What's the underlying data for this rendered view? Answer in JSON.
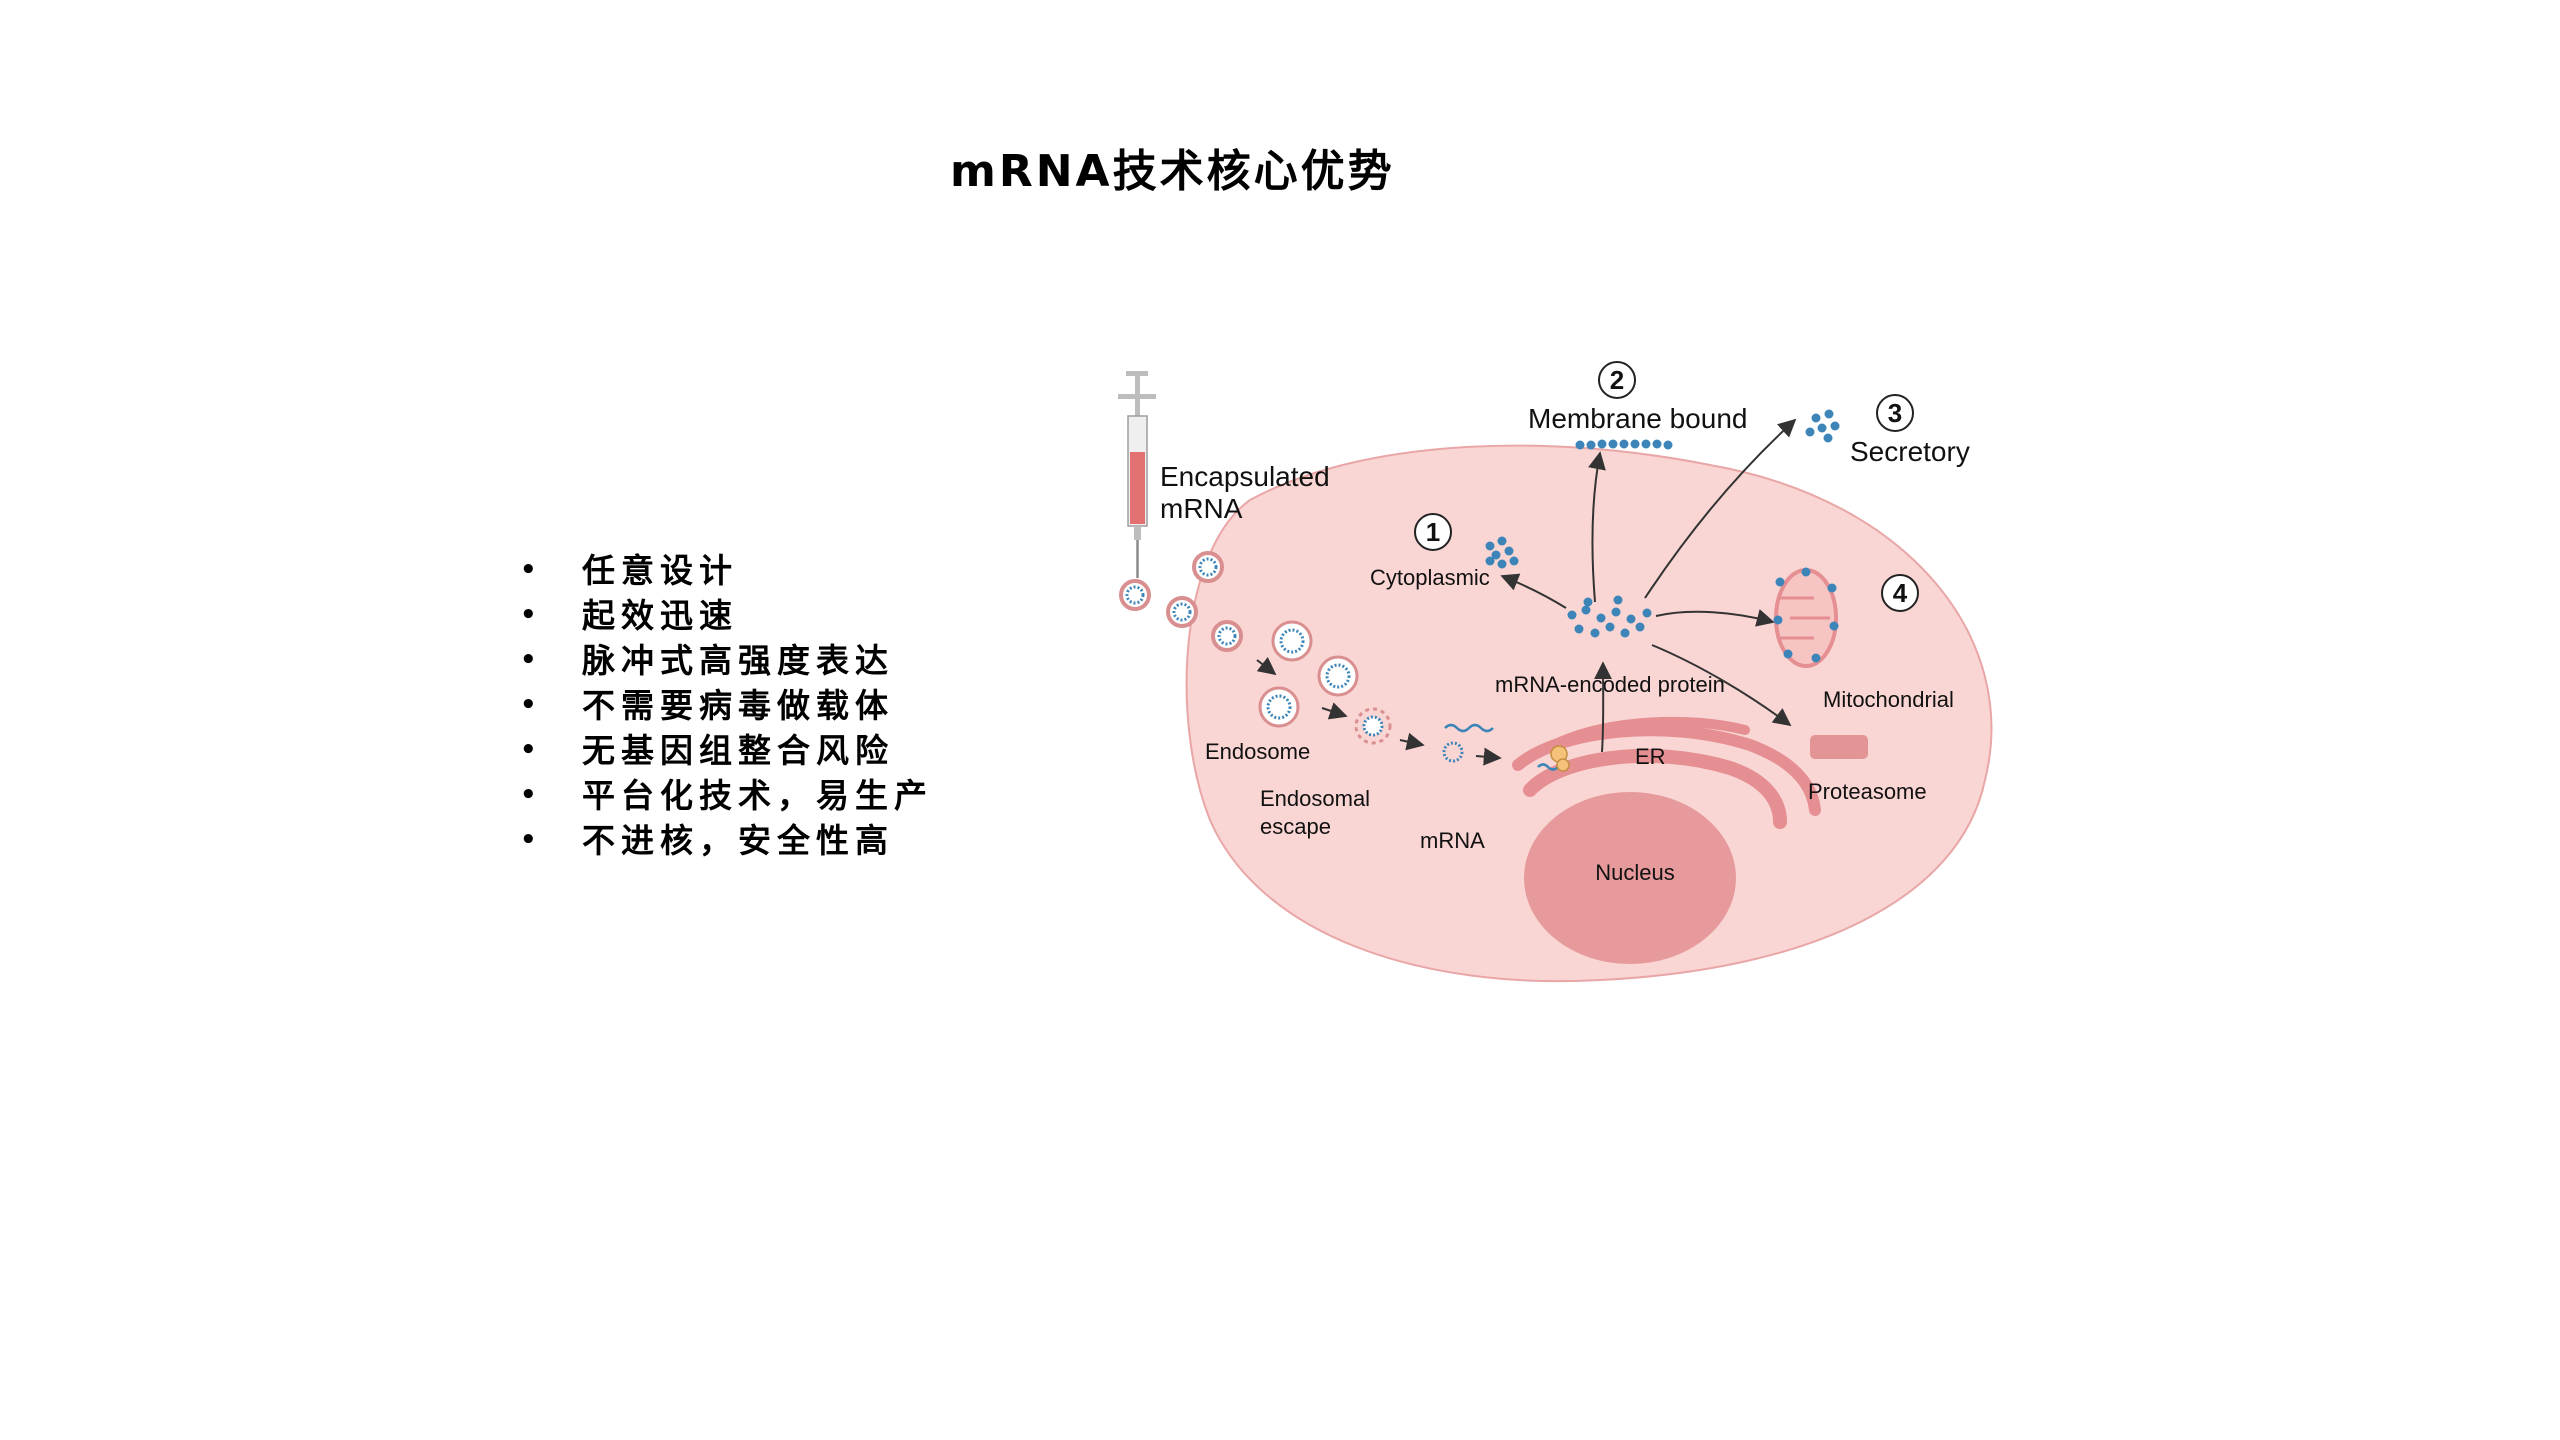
{
  "slide": {
    "title": "mRNA技术核心优势",
    "bullets": [
      "任意设计",
      "起效迅速",
      "脉冲式高强度表达",
      "不需要病毒做载体",
      "无基因组整合风险",
      "平台化技术，易生产",
      "不进核，安全性高"
    ]
  },
  "diagram": {
    "labels": {
      "encapsulated_line1": "Encapsulated",
      "encapsulated_line2": "mRNA",
      "endosome": "Endosome",
      "endosomal_line1": "Endosomal",
      "endosomal_line2": "escape",
      "mrna": "mRNA",
      "er": "ER",
      "nucleus": "Nucleus",
      "cytoplasmic": "Cytoplasmic",
      "membrane_bound": "Membrane bound",
      "secretory": "Secretory",
      "mitochondrial": "Mitochondrial",
      "proteasome": "Proteasome",
      "encoded_protein": "mRNA-encoded protein"
    },
    "markers": [
      "1",
      "2",
      "3",
      "4"
    ],
    "colors": {
      "cell_fill": "#f9d6d4",
      "cell_stroke": "#e9a6a6",
      "nucleus": "#e79a9c",
      "er": "#e58f92",
      "protein": "#3d85b8",
      "syringe_fluid": "#e05a5a",
      "arrow": "#333333"
    }
  }
}
